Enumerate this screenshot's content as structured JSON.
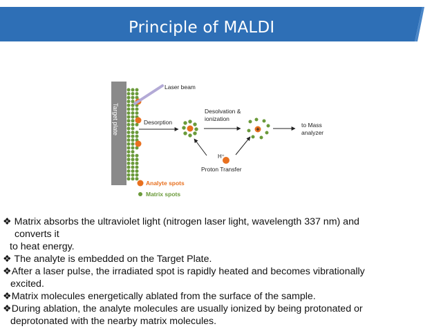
{
  "slide": {
    "title": "Principle of MALDI",
    "colors": {
      "banner": "#2e6fb6",
      "banner_edge": "#4a86c8",
      "analyte": "#e8701f",
      "matrix": "#6a9a3a",
      "plate": "#8a8a8a",
      "laser": "#b3aad6"
    }
  },
  "diagram": {
    "target_plate": "Target plate",
    "laser_beam": "Laser beam",
    "desorption": "Desorption",
    "desolvation_1": "Desolvation &",
    "desolvation_2": "ionization",
    "to_mass_1": "to Mass",
    "to_mass_2": "analyzer",
    "h_plus": "H⁺",
    "proton_transfer": "Proton Transfer",
    "plus": "+",
    "legend_analyte": "Analyte spots",
    "legend_matrix": "Matrix spots"
  },
  "bullets": {
    "b1_line1": "❖ Matrix absorbs the ultraviolet light (nitrogen laser light, wavelength 337 nm) and",
    "b1_line2": "converts it",
    "b1_line3": "to heat energy.",
    "b2_line1": "❖ The analyte is embedded on the Target Plate.",
    "b3_line1": "❖After a laser pulse, the irradiated spot is rapidly heated and becomes vibrationally",
    "b3_line2": "excited.",
    "b4_line1": "❖Matrix molecules energetically ablated from the surface of the sample.",
    "b5_line1": "❖During ablation, the analyte molecules are usually ionized by being protonated or",
    "b5_line2": "deprotonated with the nearby matrix molecules."
  }
}
